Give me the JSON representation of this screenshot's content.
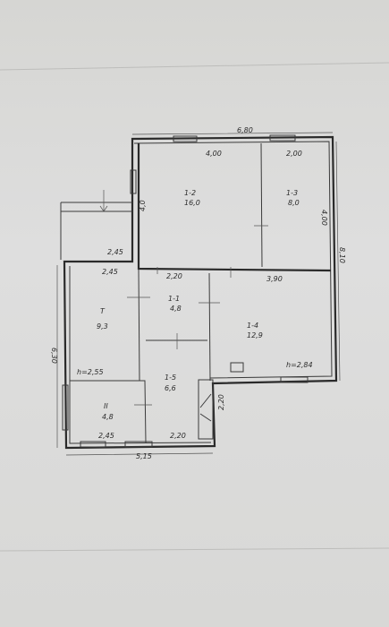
{
  "dimensions": {
    "top_width": "6,80",
    "right_height": "8,10",
    "left_height": "6,30",
    "bottom_width": "5,15",
    "room_12_top": "4,00",
    "room_13_top": "2,00",
    "room_12_side": "4,0",
    "room_13_side": "4,00",
    "porch_width": "2,45",
    "room_t_top": "2,45",
    "room_11_top": "2,20",
    "room_14_top": "3,90",
    "room_ii_bottom": "2,45",
    "room_15_bottom": "2,20",
    "stair_side": "2,20"
  },
  "rooms": [
    {
      "id": "1-2",
      "area": "16,0"
    },
    {
      "id": "1-3",
      "area": "8,0"
    },
    {
      "id": "1-1",
      "area": "4,8"
    },
    {
      "id": "1-4",
      "area": "12,9"
    },
    {
      "id": "T",
      "area": "9,3"
    },
    {
      "id": "1-5",
      "area": "6,6"
    },
    {
      "id": "II",
      "area": "4,8"
    }
  ],
  "heights": {
    "left": "h=2,55",
    "right": "h=2,84"
  }
}
